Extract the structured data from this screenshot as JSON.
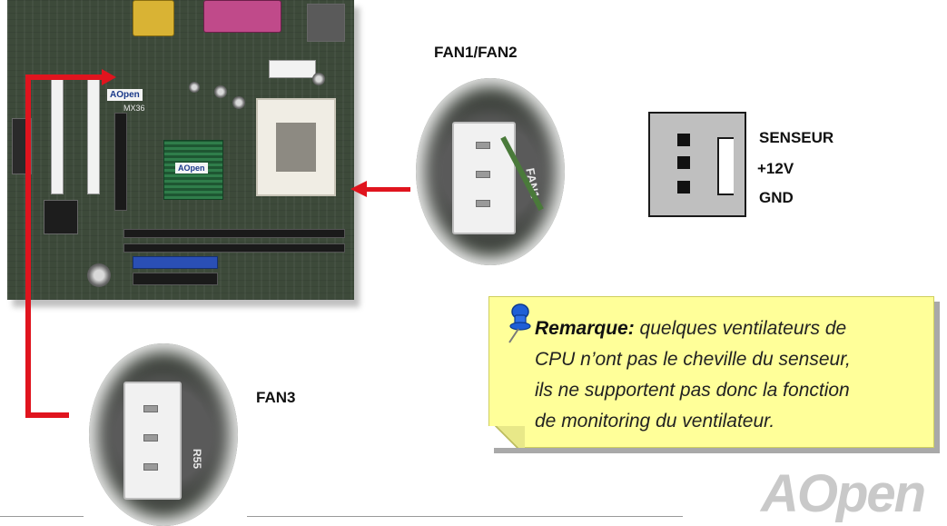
{
  "labels": {
    "fan1_fan2": "FAN1/FAN2",
    "fan3": "FAN3"
  },
  "pinout": {
    "sensor": "SENSEUR",
    "v12": "+12V",
    "gnd": "GND"
  },
  "note": {
    "lead": "Remarque:",
    "lines": [
      " quelques ventilateurs de",
      "CPU n’ont pas le cheville du senseur,",
      "ils ne supportent pas donc la fonction",
      "de monitoring du ventilateur."
    ]
  },
  "board": {
    "brand": "AOpen",
    "model": "MX36",
    "chip_brand": "AOpen"
  },
  "connector_silk": {
    "fan1": "FAN1",
    "fan3_part": "R55"
  },
  "footer": {
    "logo": "AOpen"
  },
  "colors": {
    "arrow": "#e0141e",
    "note_bg": "#ffff99",
    "logo": "#c9c9c9"
  }
}
